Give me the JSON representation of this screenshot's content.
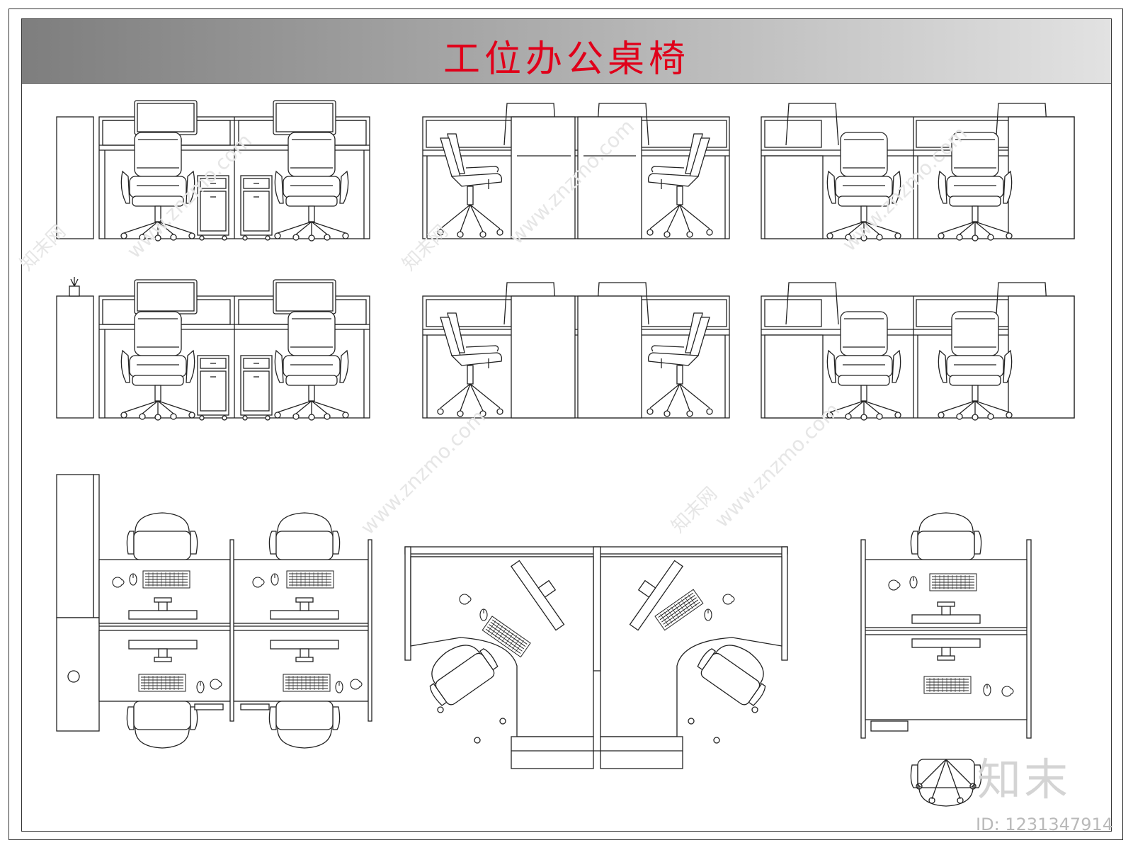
{
  "title": "工位办公桌椅",
  "watermark": {
    "brand": "知末",
    "id": "ID: 1231347914",
    "url_text": "www.znzmo.com",
    "site_cn": "知末网"
  },
  "colors": {
    "title": "#e0001a",
    "line": "#222222",
    "fill": "#ffffff",
    "header_dark": "#7e7e7e",
    "header_light": "#e2e2e2"
  },
  "views": [
    {
      "name": "elevation-1",
      "kind": "elevation"
    },
    {
      "name": "elevation-2",
      "kind": "elevation"
    },
    {
      "name": "elevation-3",
      "kind": "elevation"
    },
    {
      "name": "elevation-4",
      "kind": "elevation"
    },
    {
      "name": "elevation-5",
      "kind": "elevation"
    },
    {
      "name": "elevation-6",
      "kind": "elevation"
    },
    {
      "name": "plan-four-desk",
      "kind": "plan"
    },
    {
      "name": "plan-angled-pair",
      "kind": "plan"
    },
    {
      "name": "plan-single",
      "kind": "plan"
    }
  ]
}
